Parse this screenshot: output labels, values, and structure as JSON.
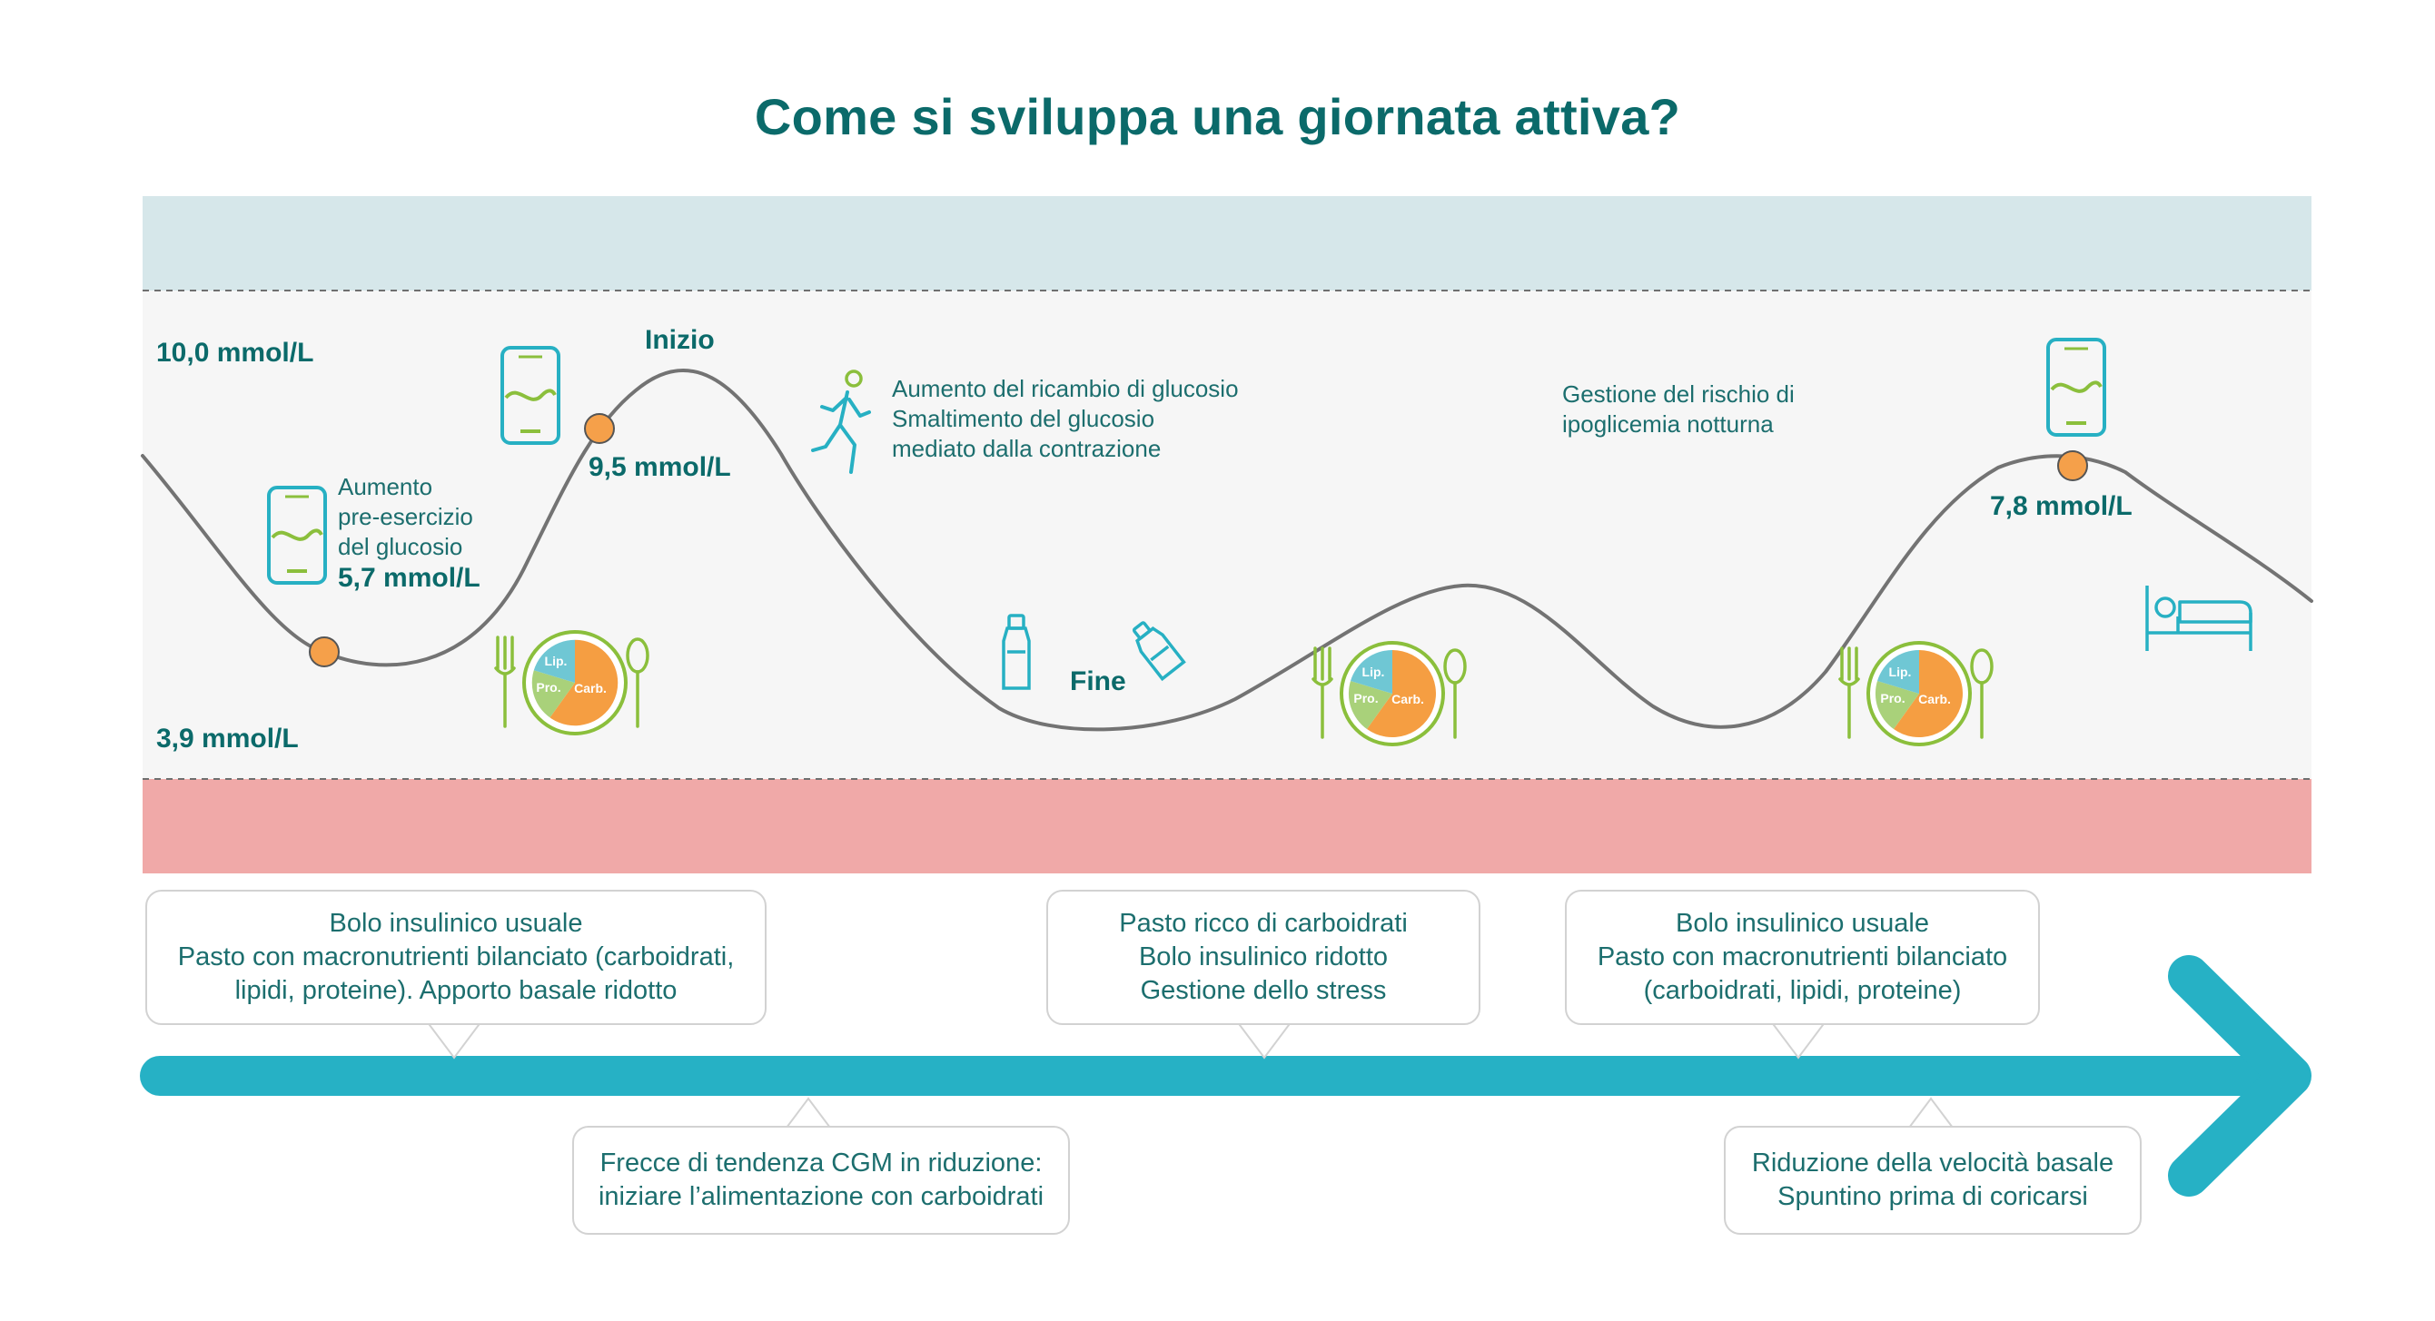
{
  "title": "Come si sviluppa una giornata attiva?",
  "colors": {
    "top_zone": "#D6E7EA",
    "middle_zone": "#F6F6F6",
    "low_zone": "#F0A9A8",
    "curve": "#737373",
    "marker": "#F5A04A",
    "teal_text": "#0B6A6A",
    "arrow": "#26B1C5",
    "icon_teal": "#27B0C3",
    "icon_green": "#8BBF3C",
    "pie_carb": "#F59E42",
    "pie_pro": "#A9D17A",
    "pie_lip": "#6FC7D4"
  },
  "glucose_levels": {
    "upper": "10,0 mmol/L",
    "lower": "3,9 mmol/L",
    "point_1": "5,7 mmol/L",
    "point_2": "9,5 mmol/L",
    "point_3": "7,8 mmol/L"
  },
  "phase_labels": {
    "start": "Inizio",
    "end": "Fine"
  },
  "notes": {
    "pre_exercise": [
      "Aumento",
      "pre-esercizio",
      "del glucosio"
    ],
    "exercise": [
      "Aumento del ricambio di glucosio",
      "Smaltimento del glucosio",
      "mediato dalla contrazione"
    ],
    "night": [
      "Gestione del rischio di",
      "ipoglicemia notturna"
    ]
  },
  "pie_labels": {
    "lip": "Lip.",
    "pro": "Pro.",
    "carb": "Carb."
  },
  "icons": [
    "phone-cgm-icon",
    "runner-icon",
    "water-bottle-icon",
    "fork-icon",
    "spoon-icon",
    "plate-pie-icon",
    "bed-icon"
  ],
  "callouts_top": [
    [
      "Bolo insulinico usuale",
      "Pasto con macronutrienti bilanciato (carboidrati,",
      "lipidi, proteine). Apporto basale ridotto"
    ],
    [
      "Pasto ricco di carboidrati",
      "Bolo insulinico ridotto",
      "Gestione dello stress"
    ],
    [
      "Bolo insulinico usuale",
      "Pasto con macronutrienti bilanciato",
      "(carboidrati, lipidi, proteine)"
    ]
  ],
  "callouts_bottom": [
    [
      "Frecce di tendenza CGM in riduzione:",
      "iniziare l’alimentazione con carboidrati"
    ],
    [
      "Riduzione della velocità basale",
      "Spuntino prima di coricarsi"
    ]
  ]
}
